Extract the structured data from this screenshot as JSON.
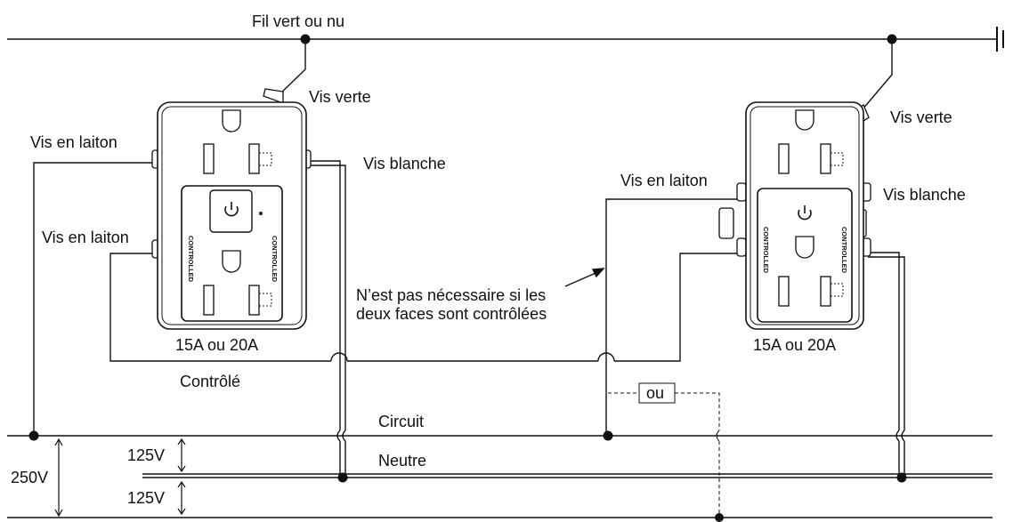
{
  "labels": {
    "ground_wire": "Fil vert ou nu",
    "green_screw": "Vis verte",
    "brass_screw": "Vis en laiton",
    "white_screw": "Vis blanche",
    "rating": "15A ou 20A",
    "controlled": "Contrôlé",
    "note_line1": "N’est pas nécessaire si les",
    "note_line2": "deux faces sont contrôlées",
    "or": "ou",
    "circuit": "Circuit",
    "neutral": "Neutre",
    "v125": "125V",
    "v250": "250V",
    "receptacle_face": "CONTROLLED"
  },
  "icons": {
    "power": "power-icon",
    "ground": "ground-symbol-icon"
  }
}
